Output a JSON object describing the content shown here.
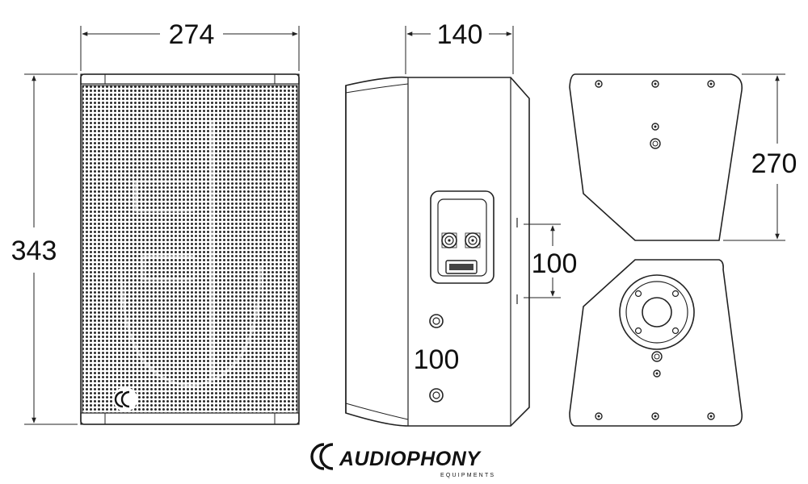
{
  "dimensions": {
    "front_width": "274",
    "front_height": "343",
    "side_depth": "140",
    "rear_connector_spacing": "100",
    "rear_bracket_spacing": "100",
    "top_view_depth": "270"
  },
  "brand": {
    "name": "AUDIOPHONY",
    "tagline": "EQUIPMENTS"
  },
  "colors": {
    "line": "#222222",
    "grille_hole": "#333333",
    "background": "#ffffff"
  }
}
